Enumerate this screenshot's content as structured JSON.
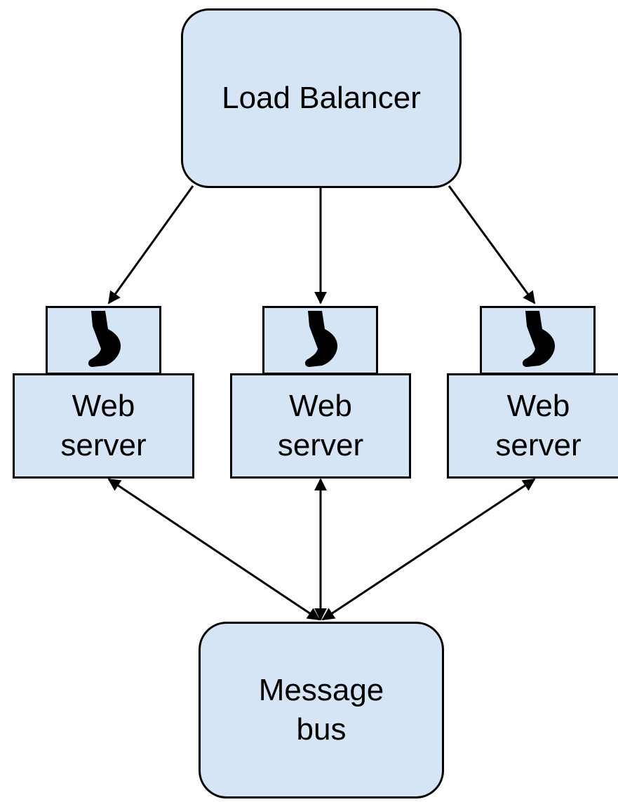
{
  "colors": {
    "box_fill": "#d6e5f5",
    "stroke": "#000000",
    "background": "#ffffff"
  },
  "load_balancer": {
    "label": "Load Balancer"
  },
  "web_servers": [
    {
      "label": "Web\nserver",
      "icon": "sock-icon"
    },
    {
      "label": "Web\nserver",
      "icon": "sock-icon"
    },
    {
      "label": "Web\nserver",
      "icon": "sock-icon"
    }
  ],
  "message_bus": {
    "label": "Message\nbus"
  }
}
